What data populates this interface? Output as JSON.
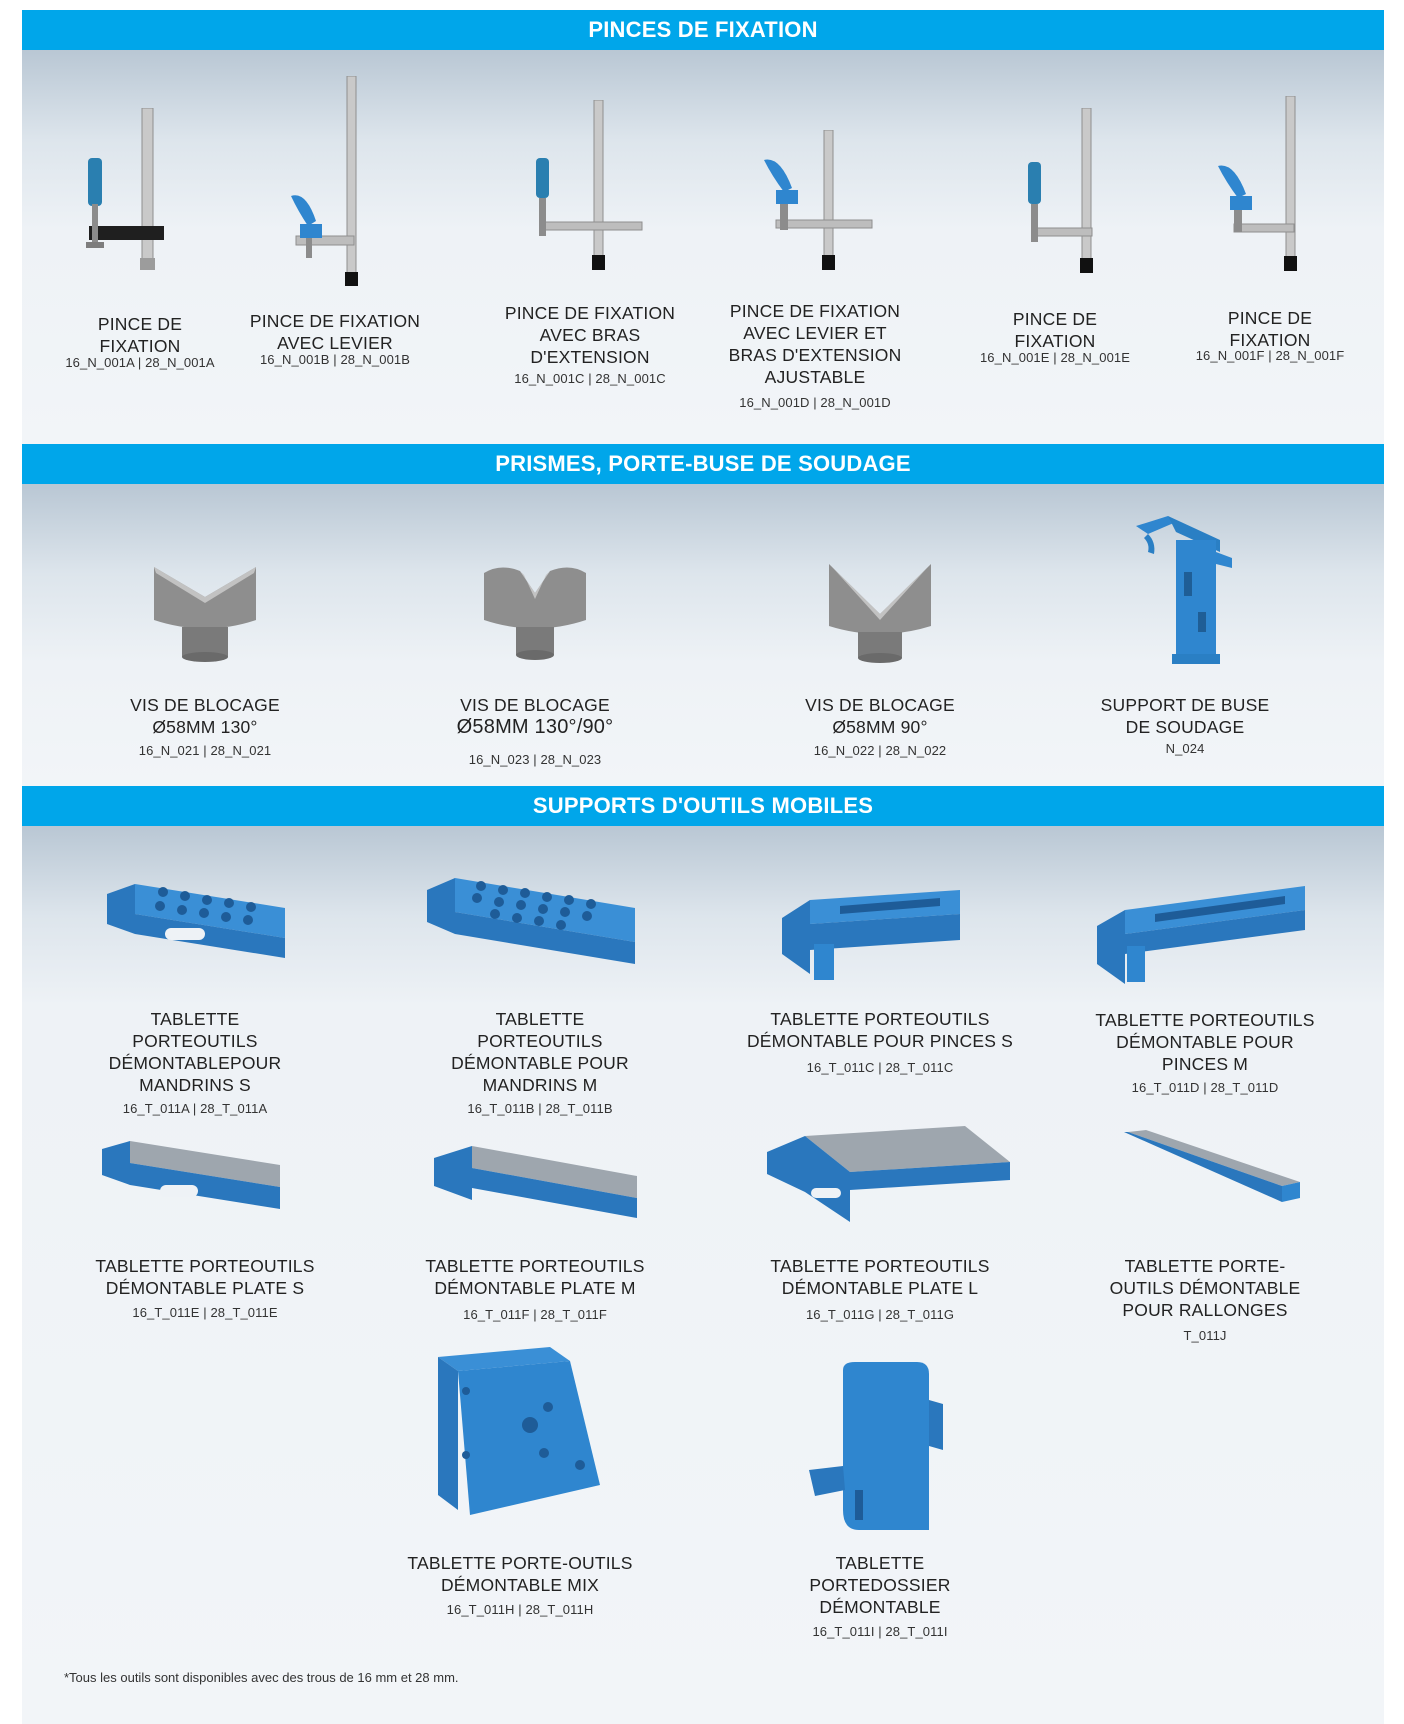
{
  "sections": {
    "clamps": {
      "title": "PINCES DE FIXATION",
      "items": [
        {
          "label": "PINCE DE\nFIXATION",
          "code": "16_N_001A | 28_N_001A"
        },
        {
          "label": "PINCE DE FIXATION\nAVEC LEVIER",
          "code": "16_N_001B | 28_N_001B"
        },
        {
          "label": "PINCE DE FIXATION\nAVEC BRAS\nD'EXTENSION",
          "code": "16_N_001C | 28_N_001C"
        },
        {
          "label": "PINCE DE FIXATION\nAVEC LEVIER ET\nBRAS D'EXTENSION\nAJUSTABLE",
          "code": "16_N_001D | 28_N_001D"
        },
        {
          "label": "PINCE DE\nFIXATION",
          "code": "16_N_001E | 28_N_001E"
        },
        {
          "label": "PINCE DE\nFIXATION",
          "code": "16_N_001F | 28_N_001F"
        }
      ]
    },
    "prisms": {
      "title": "PRISMES, PORTE-BUSE DE SOUDAGE",
      "items": [
        {
          "label": "VIS DE BLOCAGE\nØ58MM 130°",
          "code": "16_N_021 | 28_N_021"
        },
        {
          "label": "VIS DE BLOCAGE\nØ58MM 130°/90°",
          "code": "16_N_023 | 28_N_023"
        },
        {
          "label": "VIS DE BLOCAGE\nØ58MM 90°",
          "code": "16_N_022 | 28_N_022"
        },
        {
          "label": "SUPPORT DE BUSE\nDE SOUDAGE",
          "code": "N_024"
        }
      ]
    },
    "supports": {
      "title": "SUPPORTS D'OUTILS MOBILES",
      "items": [
        {
          "label": "TABLETTE\nPORTEOUTILS\nDÉMONTABLEPOUR\nMANDRINS S",
          "code": "16_T_011A | 28_T_011A"
        },
        {
          "label": "TABLETTE\nPORTEOUTILS\nDÉMONTABLE POUR\nMANDRINS M",
          "code": "16_T_011B | 28_T_011B"
        },
        {
          "label": "TABLETTE PORTEOUTILS\nDÉMONTABLE POUR PINCES S",
          "code": "16_T_011C | 28_T_011C"
        },
        {
          "label": "TABLETTE PORTEOUTILS\nDÉMONTABLE POUR\nPINCES M",
          "code": "16_T_011D | 28_T_011D"
        },
        {
          "label": "TABLETTE PORTEOUTILS\nDÉMONTABLE PLATE S",
          "code": "16_T_011E | 28_T_011E"
        },
        {
          "label": "TABLETTE PORTEOUTILS\nDÉMONTABLE PLATE M",
          "code": "16_T_011F | 28_T_011F"
        },
        {
          "label": "TABLETTE PORTEOUTILS\nDÉMONTABLE PLATE L",
          "code": "16_T_011G | 28_T_011G"
        },
        {
          "label": "TABLETTE PORTE-\nOUTILS DÉMONTABLE\nPOUR RALLONGES",
          "code": "T_011J"
        },
        {
          "label": "TABLETTE PORTE-OUTILS\nDÉMONTABLE MIX",
          "code": "16_T_011H | 28_T_011H"
        },
        {
          "label": "TABLETTE\nPORTEDOSSIER\nDÉMONTABLE",
          "code": "16_T_011I | 28_T_011I"
        }
      ]
    }
  },
  "footnote": "*Tous les outils sont disponibles avec des trous de 16 mm et 28 mm.",
  "colors": {
    "banner": "#00a6ea",
    "product_blue": "#2f86cf",
    "steel": "#9a9a9a"
  }
}
